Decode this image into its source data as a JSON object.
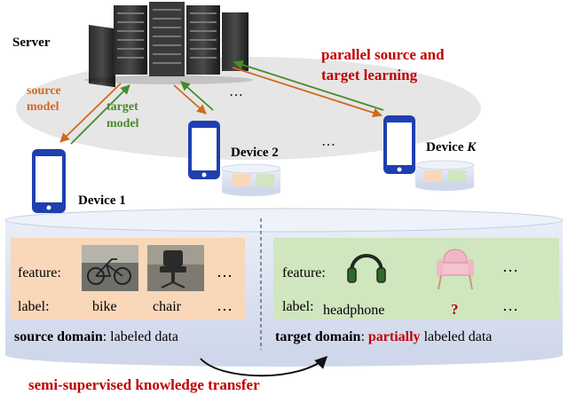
{
  "labels": {
    "server": "Server",
    "parallel_line1": "parallel source and",
    "parallel_line2": "target learning",
    "source_line1": "source",
    "source_line2": "model",
    "target_line1": "target",
    "target_line2": "model",
    "device1": "Device 1",
    "device2": "Device 2",
    "deviceK_prefix": "Device ",
    "deviceK_var": "K",
    "ellipsis_top": "…",
    "ellipsis_mid": "…"
  },
  "source_panel": {
    "feature_label": "feature:",
    "label_label": "label:",
    "item1": "bike",
    "item2": "chair",
    "ellipsis1": "…",
    "ellipsis2": "…",
    "domain_bold": "source domain",
    "domain_rest": ": labeled data"
  },
  "target_panel": {
    "feature_label": "feature:",
    "label_label": "label:",
    "item1": "headphone",
    "item2": "?",
    "ellipsis1": "…",
    "ellipsis2": "…",
    "domain_bold": "target domain",
    "domain_colon": ": ",
    "domain_red": "partially",
    "domain_rest": " labeled data"
  },
  "caption": "semi-supervised knowledge transfer",
  "colors": {
    "red_text": "#c00000",
    "source_arrow": "#d2691e",
    "target_arrow": "#4a8a2a",
    "source_panel": "#f9d7b9",
    "target_panel": "#cfe6bf",
    "cylinder": "#dfe5f2",
    "cloud": "#e6e6e6",
    "phone": "#1f3fb0"
  },
  "icons": [
    "server-rack-icon",
    "phone-icon",
    "storage-cylinder-icon",
    "bike-photo",
    "chair-photo",
    "headphone-icon",
    "armchair-icon",
    "curved-arrow-icon"
  ]
}
